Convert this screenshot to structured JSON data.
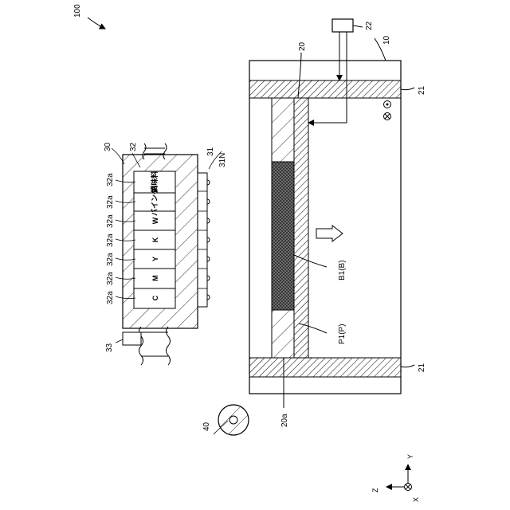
{
  "figure": {
    "ref_numerals": {
      "n100": "100",
      "n22": "22",
      "n10": "10",
      "n20": "20",
      "n21a": "21",
      "n21b": "21",
      "n30": "30",
      "n32": "32",
      "n31": "31",
      "n31N": "31N",
      "n33": "33",
      "n40": "40",
      "n20a": "20a",
      "nB1": "B1(B)",
      "nP1": "P1(P)"
    },
    "ink_labels": [
      "32a",
      "32a",
      "32a",
      "32a",
      "32a",
      "32a",
      "32a"
    ],
    "ink_cells": [
      {
        "text": "調味料"
      },
      {
        "text": "バインダ"
      },
      {
        "text": "W"
      },
      {
        "text": "K"
      },
      {
        "text": "Y"
      },
      {
        "text": "M"
      },
      {
        "text": "C"
      }
    ],
    "axes": {
      "y": "Y",
      "z": "Z",
      "x": "X"
    }
  }
}
